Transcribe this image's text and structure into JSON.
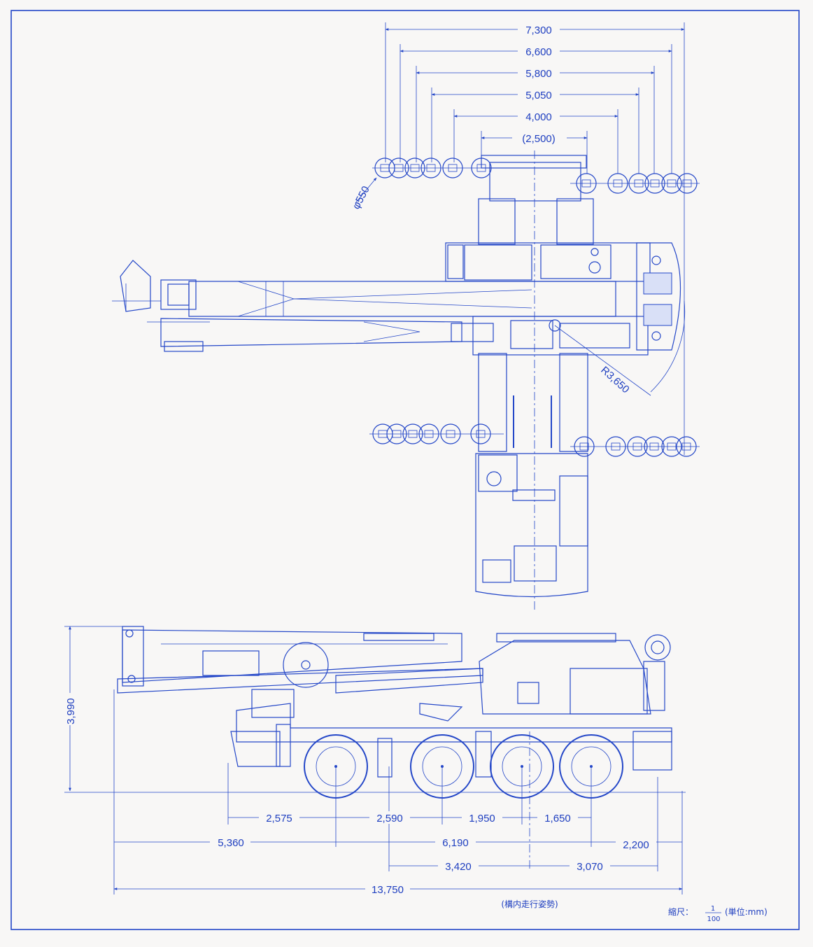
{
  "top_view": {
    "outrigger_widths": [
      "7,300",
      "6,600",
      "5,800",
      "5,050",
      "4,000",
      "(2,500)"
    ],
    "pad_diameter": "φ550",
    "tail_radius": "R3,650"
  },
  "side_view": {
    "height": "3,990",
    "axle_row1": [
      "2,575",
      "2,590",
      "1,950",
      "1,650"
    ],
    "row2": [
      "5,360",
      "6,190",
      "2,200"
    ],
    "row3": [
      "3,420",
      "3,070"
    ],
    "overall_length": "13,750"
  },
  "caption": "(構内走行姿勢)",
  "scale": {
    "label": "縮尺：",
    "numerator": "1",
    "denominator": "100",
    "unit": "(単位:mm)"
  },
  "colors": {
    "line": "#2447c8",
    "paper": "#f8f7f6"
  }
}
